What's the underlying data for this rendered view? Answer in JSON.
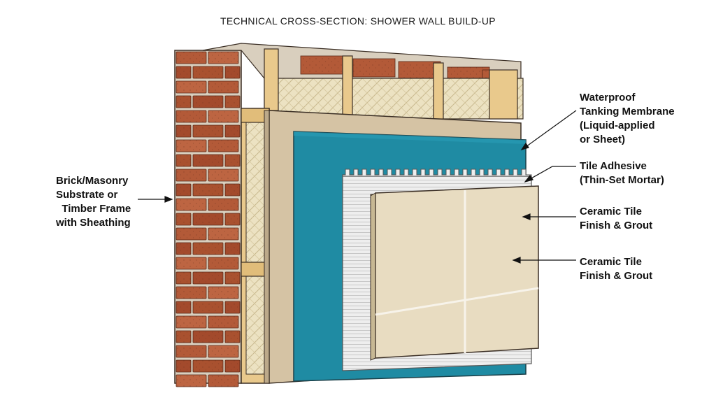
{
  "title": "TECHNICAL CROSS-SECTION: SHOWER WALL BUILD-UP",
  "labels": {
    "brick": [
      "Brick/Masonry",
      "Substrate or",
      "  Timber Frame",
      "with Sheathing"
    ],
    "membrane": [
      "Waterproof",
      "Tanking Membrane",
      "(Liquid-applied",
      "or Sheet)"
    ],
    "adhesive": [
      "Tile Adhesive",
      "(Thin-Set Mortar)"
    ],
    "tile_1": [
      "Ceramic Tile",
      "Finish & Grout"
    ],
    "tile_2": [
      "Ceramic Tile",
      "Finish & Grout"
    ]
  },
  "colors": {
    "brick": "#b35a38",
    "mortar": "#d9cfbe",
    "timber": "#e9c98c",
    "insulation": "#ece2c2",
    "board": "#d5c3a4",
    "membrane": "#1f8ba3",
    "adhesive": "#e6e6e6",
    "tile": "#e8dcc1",
    "grout": "#f7f3ea",
    "outline": "#3b2f25"
  }
}
